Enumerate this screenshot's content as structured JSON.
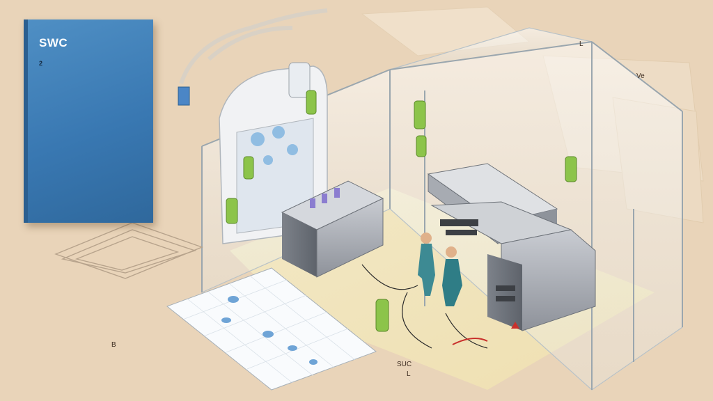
{
  "booklet": {
    "brand": "SWC",
    "subtitle": "2",
    "lines": []
  },
  "labels": {
    "top_right": "L",
    "right_upper": "Ve",
    "center": "",
    "left_mid": "",
    "bottom_left": "B",
    "bottom_center_1": "SUC",
    "bottom_center_2": "L"
  }
}
